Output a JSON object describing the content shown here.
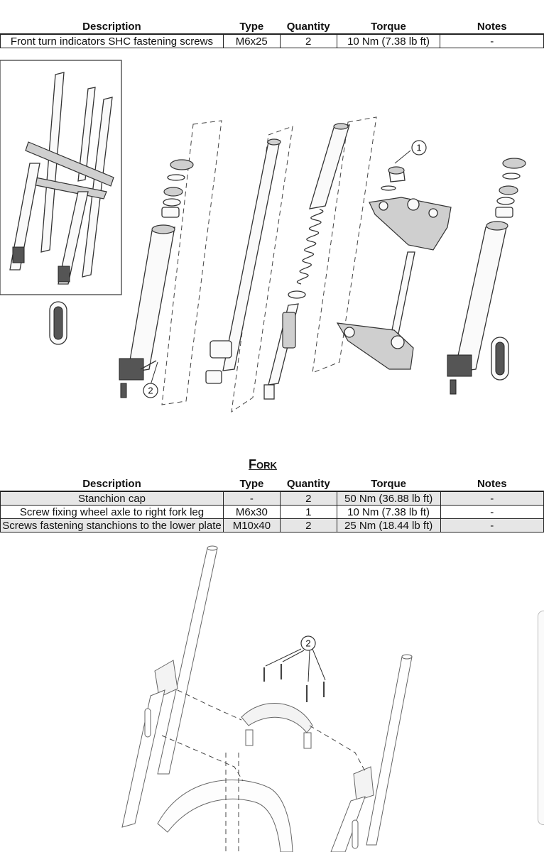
{
  "table_headers": [
    "Description",
    "Type",
    "Quantity",
    "Torque",
    "Notes"
  ],
  "turn_indicator_table": {
    "rows": [
      [
        "Front turn indicators SHC fastening screws",
        "M6x25",
        "2",
        "10 Nm (7.38 lb ft)",
        "-"
      ]
    ]
  },
  "exploded_view": {
    "callouts": [
      "1",
      "2"
    ]
  },
  "fork_section": {
    "title": "Fork",
    "rows": [
      [
        "Stanchion cap",
        "-",
        "2",
        "50 Nm (36.88 lb ft)",
        "-"
      ],
      [
        "Screw fixing wheel axle to right fork leg",
        "M6x30",
        "1",
        "10 Nm (7.38 lb ft)",
        "-"
      ],
      [
        "Screws fastening stanchions to the lower plate",
        "M10x40",
        "2",
        "25 Nm (18.44 lb ft)",
        "-"
      ]
    ]
  },
  "mudguard_view": {
    "callouts": [
      "2"
    ]
  }
}
